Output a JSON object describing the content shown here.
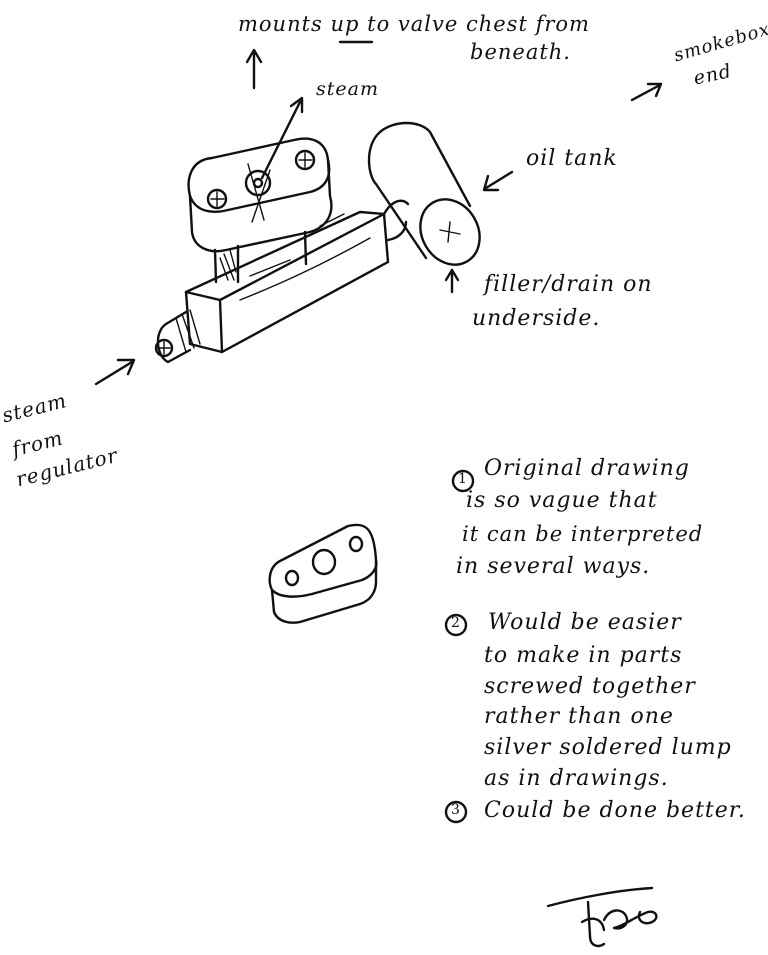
{
  "annotations": {
    "mounts": "mounts up to valve chest from",
    "beneath": "beneath.",
    "smokebox": "smokebox",
    "end": "end",
    "steam": "steam",
    "oil_tank": "oil tank",
    "filler_1": "filler/drain on",
    "filler_2": "underside.",
    "steam_from_1": "steam",
    "steam_from_2": "from",
    "steam_from_3": "regulator"
  },
  "notes": [
    {
      "marker": "1",
      "lines": [
        "Original drawing",
        "is so vague that",
        "it can be interpreted",
        "in several ways."
      ]
    },
    {
      "marker": "2",
      "lines": [
        "Would be easier",
        "to make in parts",
        "screwed together",
        "rather than one",
        "silver soldered lump",
        "as in drawings."
      ]
    },
    {
      "marker": "3",
      "lines": [
        "Could be done better."
      ]
    }
  ],
  "colors": {
    "ink": "#111111",
    "paper": "#ffffff"
  }
}
